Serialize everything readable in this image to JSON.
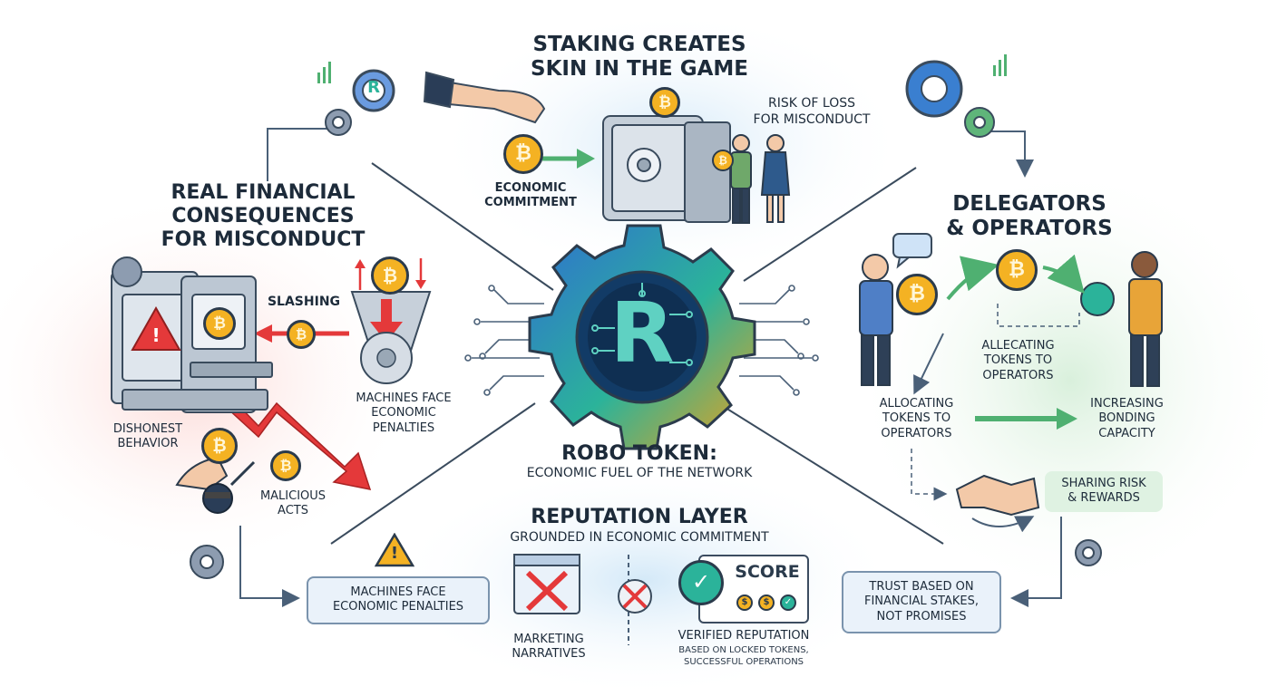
{
  "center": {
    "title": "ROBO TOKEN:",
    "subtitle": "ECONOMIC FUEL OF THE NETWORK",
    "logo_letter": "R"
  },
  "staking": {
    "title_line1": "STAKING CREATES",
    "title_line2": "SKIN IN THE GAME",
    "economic_commitment_line1": "ECONOMIC",
    "economic_commitment_line2": "COMMITMENT",
    "risk_line1": "RISK OF LOSS",
    "risk_line2": "FOR MISCONDUCT"
  },
  "consequences": {
    "title_line1": "REAL FINANCIAL",
    "title_line2": "CONSEQUENCES",
    "title_line3": "FOR MISCONDUCT",
    "slashing": "SLASHING",
    "penalties_line1": "MACHINES FACE",
    "penalties_line2": "ECONOMIC",
    "penalties_line3": "PENALTIES",
    "dishonest_line1": "DISHONEST",
    "dishonest_line2": "BEHAVIOR",
    "malicious_line1": "MALICIOUS",
    "malicious_line2": "ACTS"
  },
  "delegators": {
    "title_line1": "DELEGATORS",
    "title_line2": "& OPERATORS",
    "allecating_line1": "ALLECATING",
    "allecating_line2": "TOKENS TO",
    "allecating_line3": "OPERATORS",
    "allocating_line1": "ALLOCATING",
    "allocating_line2": "TOKENS TO",
    "allocating_line3": "OPERATORS",
    "increasing_line1": "INCREASING",
    "increasing_line2": "BONDING",
    "increasing_line3": "CAPACITY",
    "sharing_line1": "SHARING RISK",
    "sharing_line2": "& REWARDS"
  },
  "reputation": {
    "title": "REPUTATION LAYER",
    "subtitle": "GROUNDED IN ECONOMIC COMMITMENT",
    "penalties_box_line1": "MACHINES FACE",
    "penalties_box_line2": "ECONOMIC PENALTIES",
    "marketing_line1": "MARKETING",
    "marketing_line2": "NARRATIVES",
    "score_label": "SCORE",
    "verified_title": "VERIFIED REPUTATION",
    "verified_line1": "BASED ON LOCKED TOKENS,",
    "verified_line2": "SUCCESSFUL OPERATIONS",
    "trust_line1": "TRUST BASED ON",
    "trust_line2": "FINANCIAL STAKES,",
    "trust_line3": "NOT PROMISES"
  },
  "icons": {
    "coin_symbol": "₿",
    "warning_symbol": "!",
    "score_coin_symbol": "$",
    "check_symbol": "✓"
  },
  "colors": {
    "coin": "#f4b223",
    "coin_edge": "#d88b12",
    "red_arrow": "#e4393a",
    "green_arrow": "#4fb071",
    "blue_glow": "#dbeefb",
    "red_glow": "#fde4e2",
    "green_glow": "#e1f4e4"
  }
}
